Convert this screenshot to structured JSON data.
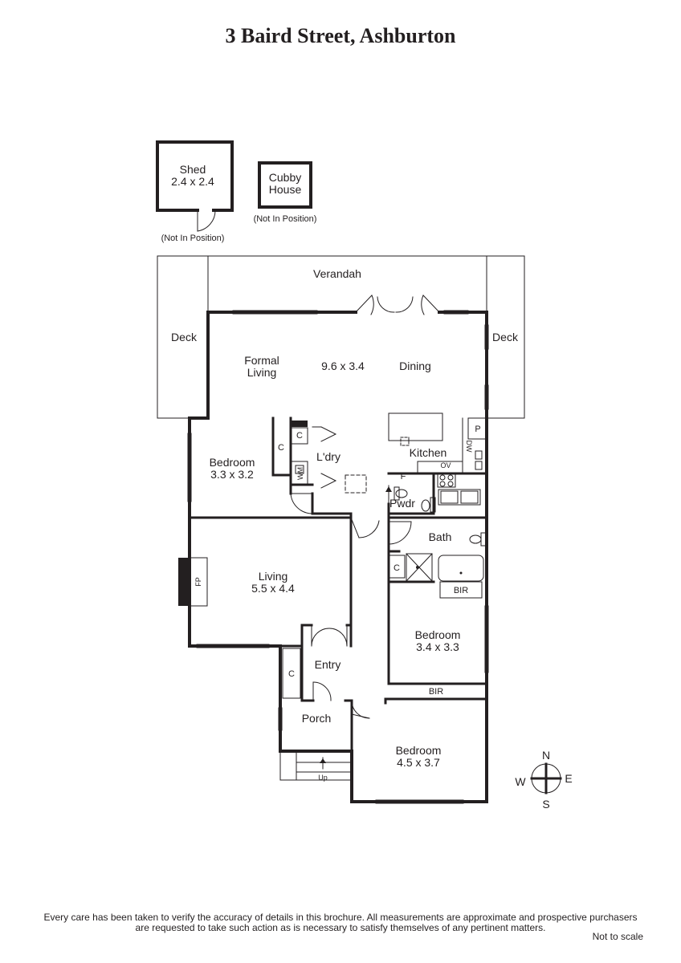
{
  "title": "3 Baird Street, Ashburton",
  "outbuildings": {
    "shed_name": "Shed",
    "shed_size": "2.4 x 2.4",
    "shed_note": "(Not In Position)",
    "cubby_line1": "Cubby",
    "cubby_line2": "House",
    "cubby_note": "(Not In Position)"
  },
  "rooms": {
    "verandah": "Verandah",
    "deck_left": "Deck",
    "deck_right": "Deck",
    "formal_living_1": "Formal",
    "formal_living_2": "Living",
    "living_dining_size": "9.6 x 3.4",
    "dining": "Dining",
    "bedroom_w_name": "Bedroom",
    "bedroom_w_size": "3.3 x 3.2",
    "laundry": "L'dry",
    "kitchen": "Kitchen",
    "powder": "Pwdr",
    "bath": "Bath",
    "living_name": "Living",
    "living_size": "5.5 x 4.4",
    "bedroom_e_name": "Bedroom",
    "bedroom_e_size": "3.4 x 3.3",
    "entry": "Entry",
    "porch": "Porch",
    "bedroom_s_name": "Bedroom",
    "bedroom_s_size": "4.5 x 3.7"
  },
  "fixtures": {
    "cupboard": "C",
    "wm": "WM",
    "dw": "DW",
    "ov": "OV",
    "fridge": "F",
    "pantry": "P",
    "fireplace": "FP",
    "bir": "BIR",
    "up": "Up"
  },
  "compass": {
    "n": "N",
    "s": "S",
    "e": "E",
    "w": "W"
  },
  "footer": {
    "disclaimer_1": "Every care has been taken to verify the accuracy of details in this brochure.  All measurements are approximate and prospective purchasers",
    "disclaimer_2": "are requested to take such action as is necessary to satisfy themselves of any pertinent matters.",
    "not_to_scale": "Not to scale"
  }
}
